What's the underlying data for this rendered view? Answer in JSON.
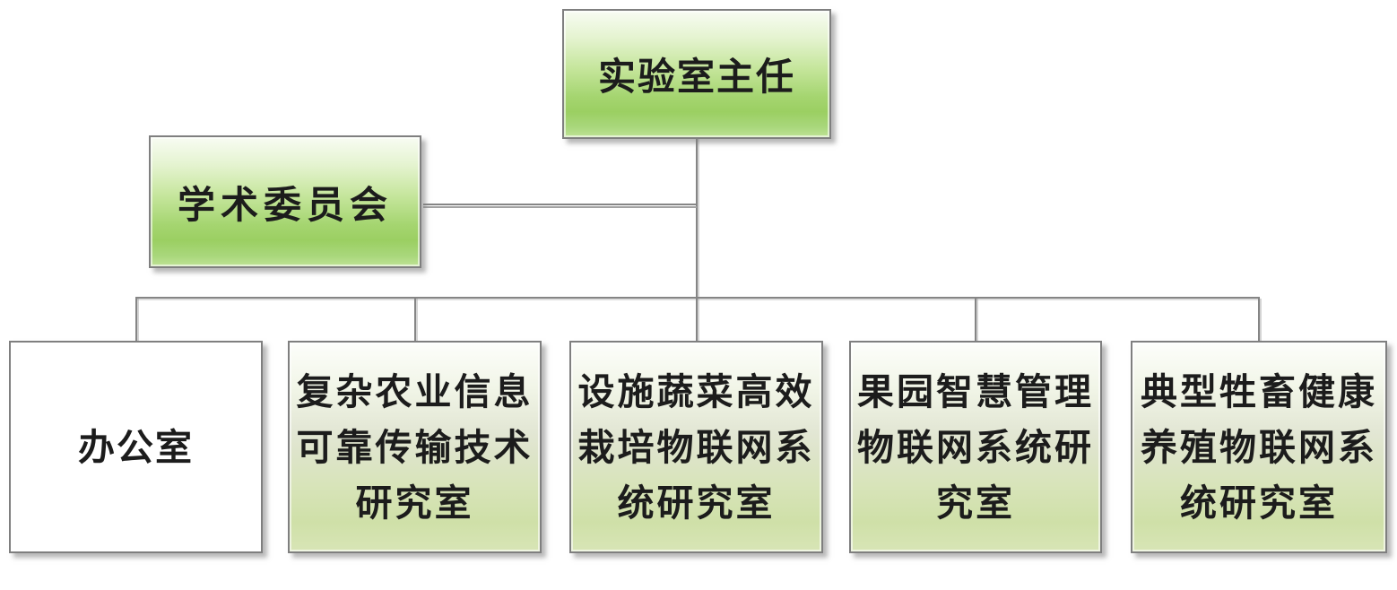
{
  "org": {
    "type": "org-chart",
    "root": {
      "label": "实验室主任"
    },
    "committee": {
      "label": "学术委员会"
    },
    "departments": [
      {
        "label": "办公室",
        "variant": "white"
      },
      {
        "label": "复杂农业信息可靠传输技术研究室",
        "variant": "green"
      },
      {
        "label": "设施蔬菜高效栽培物联网系统研究室",
        "variant": "green"
      },
      {
        "label": "果园智慧管理物联网系统研究室",
        "variant": "green"
      },
      {
        "label": "典型牲畜健康养殖物联网系统研究室",
        "variant": "green"
      }
    ],
    "colors": {
      "box_border": "#7f7f7f",
      "connector_line": "#858585",
      "green_box_top": "#f8fcf3",
      "green_box_mid": "#9bcf62",
      "green_box_bottom": "#bfe295",
      "dept_box_top": "#fdfefb",
      "dept_box_mid": "#dde4c9",
      "dept_box_bottom": "#cfe0a8",
      "office_background": "#ffffff",
      "text": "#1c1c1c",
      "shadow": "#7d7d7d"
    }
  }
}
